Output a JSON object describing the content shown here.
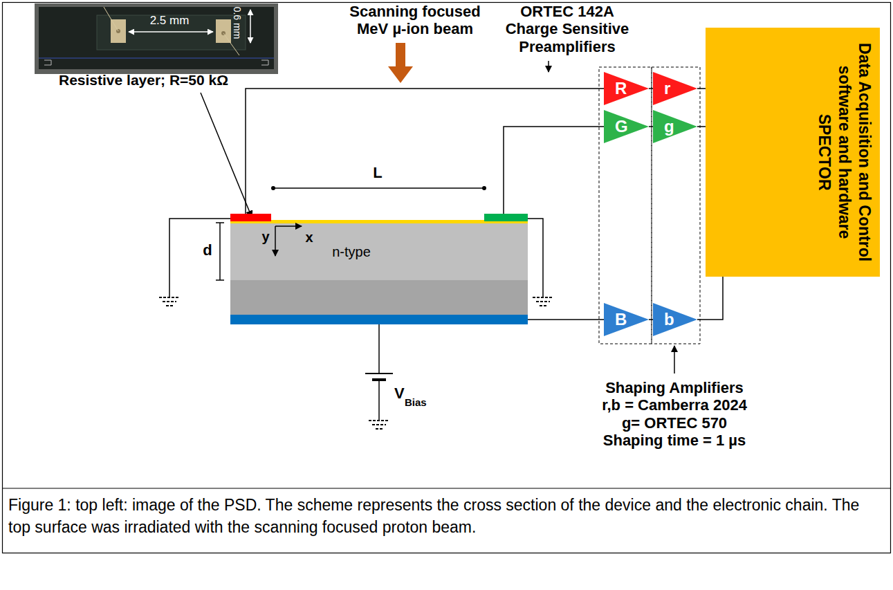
{
  "diagram": {
    "caption": "Figure 1: top left: image of the PSD. The scheme represents the cross section of the device and the electronic chain. The top surface was irradiated with the scanning focused proton beam.",
    "nodes": [
      {
        "text": [
          "n-type"
        ]
      },
      {
        "text": [
          "R"
        ]
      },
      {
        "text": [
          "r"
        ]
      },
      {
        "text": [
          "G"
        ]
      },
      {
        "text": [
          "g"
        ]
      },
      {
        "text": [
          "B"
        ]
      },
      {
        "text": [
          "b"
        ]
      },
      {
        "text": [
          "Data Acquisition and Control software and hardware SPECTOR"
        ]
      }
    ],
    "edges": [
      {
        "from": 1,
        "to": 2,
        "arrow": "none"
      },
      {
        "from": 3,
        "to": 4,
        "arrow": "none"
      },
      {
        "from": 5,
        "to": 6,
        "arrow": "none"
      },
      {
        "from": 2,
        "to": 7,
        "arrow": "none"
      },
      {
        "from": 4,
        "to": 7,
        "arrow": "none"
      },
      {
        "from": 6,
        "to": 7,
        "arrow": "none"
      }
    ],
    "labels": [
      "2.5 mm",
      "0.6 mm",
      "Resistive layer; R=50 kΩ",
      "Scanning focused MeV µ-ion beam",
      "ORTEC 142A Charge Sensitive Preamplifiers",
      "L",
      "d",
      "y",
      "x",
      "V",
      "Bias",
      "Shaping Amplifiers r,b = Camberra 2024 g= ORTEC 570 Shaping time = 1 µs"
    ]
  }
}
